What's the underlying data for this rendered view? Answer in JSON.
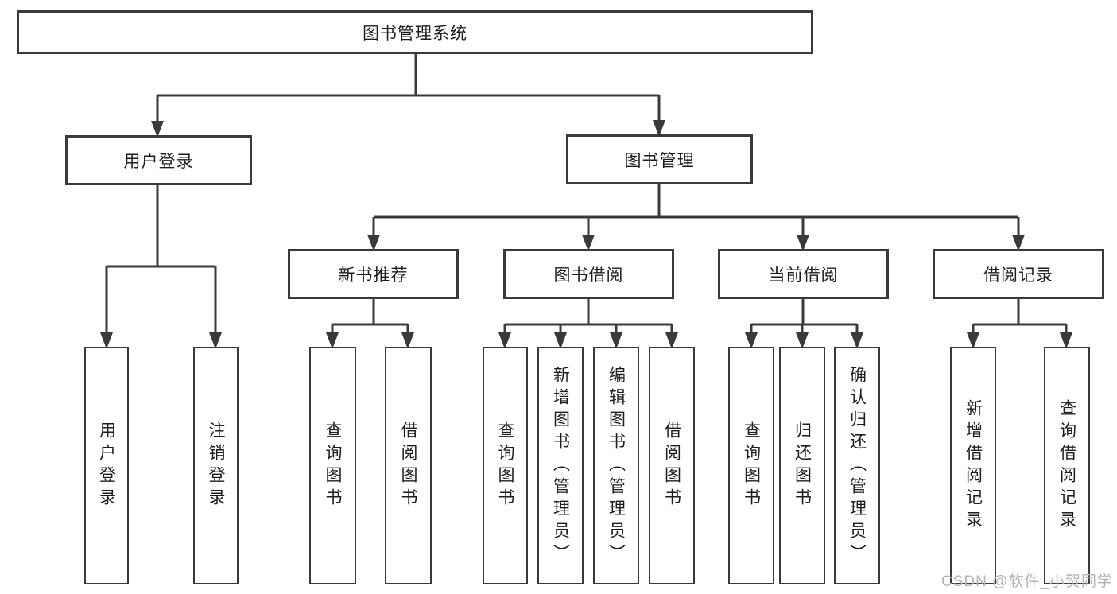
{
  "tree": {
    "root": {
      "label": "图书管理系统",
      "children": [
        {
          "label": "用户登录",
          "children": [
            {
              "label": "用户登录"
            },
            {
              "label": "注销登录"
            }
          ]
        },
        {
          "label": "图书管理",
          "children": [
            {
              "label": "新书推荐",
              "children": [
                {
                  "label": "查询图书"
                },
                {
                  "label": "借阅图书"
                }
              ]
            },
            {
              "label": "图书借阅",
              "children": [
                {
                  "label": "查询图书"
                },
                {
                  "label": "新增图书（管理员）"
                },
                {
                  "label": "编辑图书（管理员）"
                },
                {
                  "label": "借阅图书"
                }
              ]
            },
            {
              "label": "当前借阅",
              "children": [
                {
                  "label": "查询图书"
                },
                {
                  "label": "归还图书"
                },
                {
                  "label": "确认归还（管理员）"
                }
              ]
            },
            {
              "label": "借阅记录",
              "children": [
                {
                  "label": "新增借阅记录"
                },
                {
                  "label": "查询借阅记录"
                }
              ]
            }
          ]
        }
      ]
    }
  },
  "watermark": {
    "text": "CSDN @软件_小贺同学"
  },
  "colors": {
    "line": "#3a3a3a",
    "text": "#1d1d1d",
    "box_background": "#ffffff",
    "page_background": "#ffffff",
    "watermark": "#b3b3b3"
  }
}
